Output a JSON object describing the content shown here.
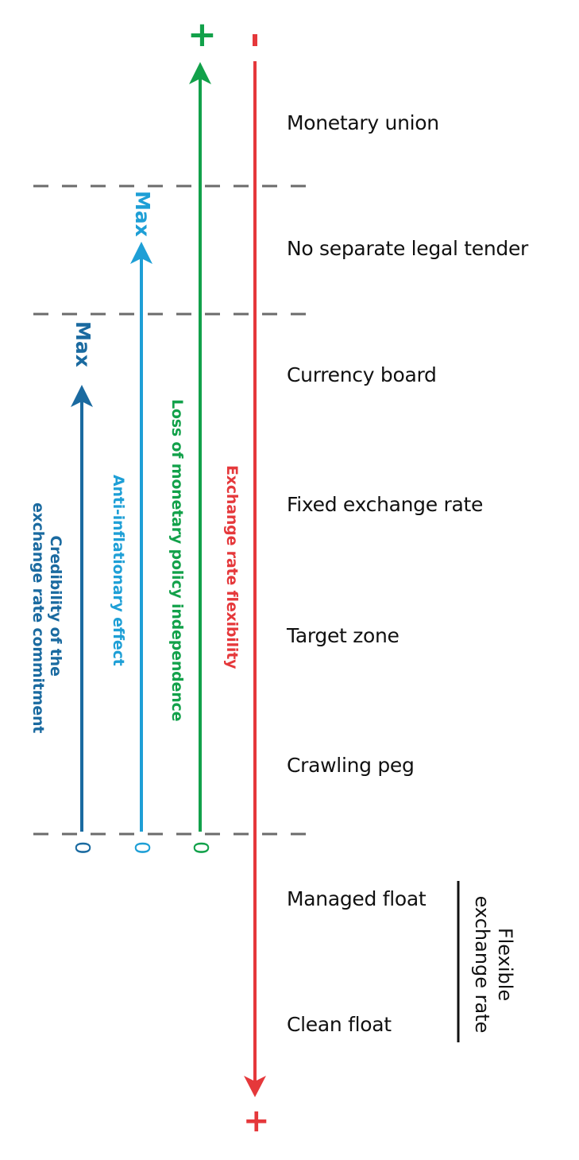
{
  "colors": {
    "credibility": "#1a6aa0",
    "anti_inflation": "#1e9fd6",
    "monetary_loss": "#12a14a",
    "flexibility": "#e5383b",
    "divider": "#6b6b6b",
    "text": "#111111"
  },
  "regimes": [
    "Monetary union",
    "No separate legal tender",
    "Currency board",
    "Fixed exchange rate",
    "Target zone",
    "Crawling peg",
    "Managed float",
    "Clean float"
  ],
  "flexible_group": {
    "line1": "Flexible",
    "line2": "exchange rate"
  },
  "axes": {
    "credibility": {
      "label_line1": "Credibility of the",
      "label_line2": "exchange rate commitment",
      "max_label": "Max",
      "zero_label": "0"
    },
    "anti_inflation": {
      "label": "Anti-inflationary effect",
      "max_label": "Max",
      "zero_label": "0"
    },
    "monetary_loss": {
      "label": "Loss of monetary policy independence",
      "top_sign": "+",
      "zero_label": "0"
    },
    "flexibility": {
      "label": "Exchange rate flexibility",
      "top_sign": "-",
      "bottom_sign": "+"
    }
  }
}
